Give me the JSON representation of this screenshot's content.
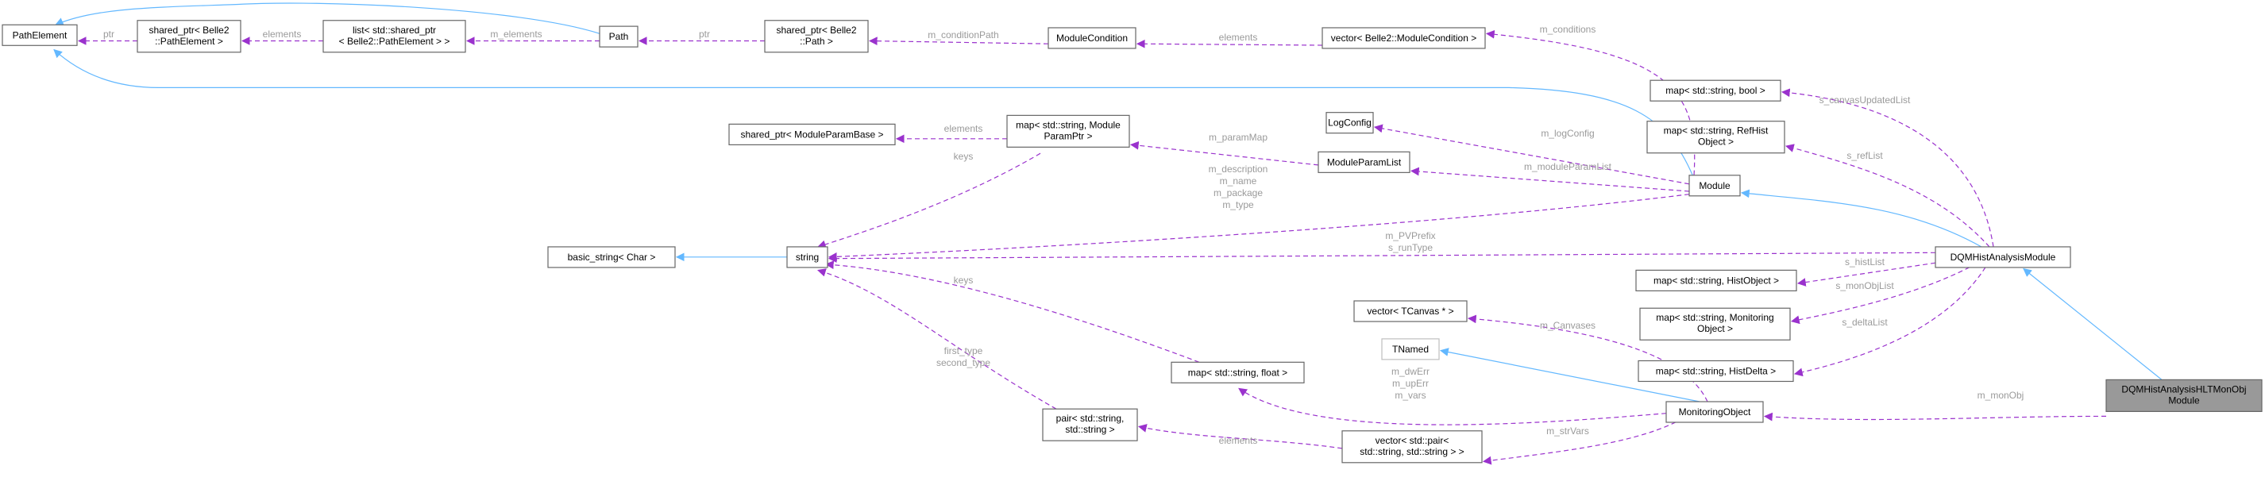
{
  "nodes": {
    "PathElement": [
      "PathElement"
    ],
    "sp_pe": [
      "shared_ptr< Belle2",
      "::PathElement >"
    ],
    "list_pe": [
      "list< std::shared_ptr",
      "< Belle2::PathElement > >"
    ],
    "Path": [
      "Path"
    ],
    "sp_path": [
      "shared_ptr< Belle2",
      "::Path >"
    ],
    "ModuleCondition": [
      "ModuleCondition"
    ],
    "vec_mc": [
      "vector< Belle2::ModuleCondition >"
    ],
    "sp_mpb": [
      "shared_ptr< ModuleParamBase >"
    ],
    "map_mpp": [
      "map< std::string, Module",
      "ParamPtr >"
    ],
    "LogConfig": [
      "LogConfig"
    ],
    "ModuleParamList": [
      "ModuleParamList"
    ],
    "Module": [
      "Module"
    ],
    "map_bool": [
      "map< std::string, bool >"
    ],
    "map_refhist": [
      "map< std::string, RefHist",
      "Object >"
    ],
    "basic_string": [
      "basic_string< Char >"
    ],
    "string": [
      "string"
    ],
    "DQM": [
      "DQMHistAnalysisModule"
    ],
    "map_histobj": [
      "map< std::string, HistObject >"
    ],
    "map_monobj": [
      "map< std::string, Monitoring",
      "Object >"
    ],
    "map_histdelta": [
      "map< std::string, HistDelta >"
    ],
    "vec_tcanvas": [
      "vector< TCanvas * >"
    ],
    "TNamed": [
      "TNamed"
    ],
    "map_float": [
      "map< std::string, float >"
    ],
    "MonitoringObject": [
      "MonitoringObject"
    ],
    "HLT": [
      "DQMHistAnalysisHLTMonObj",
      "Module"
    ],
    "pair_ss": [
      "pair< std::string,",
      "std::string >"
    ],
    "vec_pair": [
      "vector< std::pair<",
      "std::string, std::string > >"
    ]
  },
  "edges": {
    "e1": [
      "ptr"
    ],
    "e2": [
      "elements"
    ],
    "e3": [
      "m_elements"
    ],
    "e4": [
      "ptr"
    ],
    "e5": [
      "m_conditionPath"
    ],
    "e6": [
      "elements"
    ],
    "e7": [
      "m_conditions"
    ],
    "e8": [
      "elements"
    ],
    "e9": [
      "keys"
    ],
    "e10": [
      "m_paramMap"
    ],
    "e11": [
      "m_logConfig"
    ],
    "e12": [
      "m_moduleParamList"
    ],
    "e13": [
      "m_description",
      "m_name",
      "m_package",
      "m_type"
    ],
    "e14": [
      "m_PVPrefix",
      "s_runType"
    ],
    "e15": [
      "s_canvasUpdatedList"
    ],
    "e16": [
      "s_refList"
    ],
    "e17": [
      "s_histList"
    ],
    "e18": [
      "s_monObjList"
    ],
    "e19": [
      "s_deltaList"
    ],
    "e22": [
      "keys"
    ],
    "e23": [
      "first_type",
      "second_type"
    ],
    "e24": [
      "m_Canvases"
    ],
    "e25": [
      "m_dwErr",
      "m_upErr",
      "m_vars"
    ],
    "e26": [
      "m_strVars"
    ],
    "e27": [
      "elements"
    ],
    "e28": [
      "m_monObj"
    ]
  },
  "colors": {
    "dependency": "#9a32cd",
    "inheritance": "#63b8ff",
    "focus_fill": "#999999"
  }
}
